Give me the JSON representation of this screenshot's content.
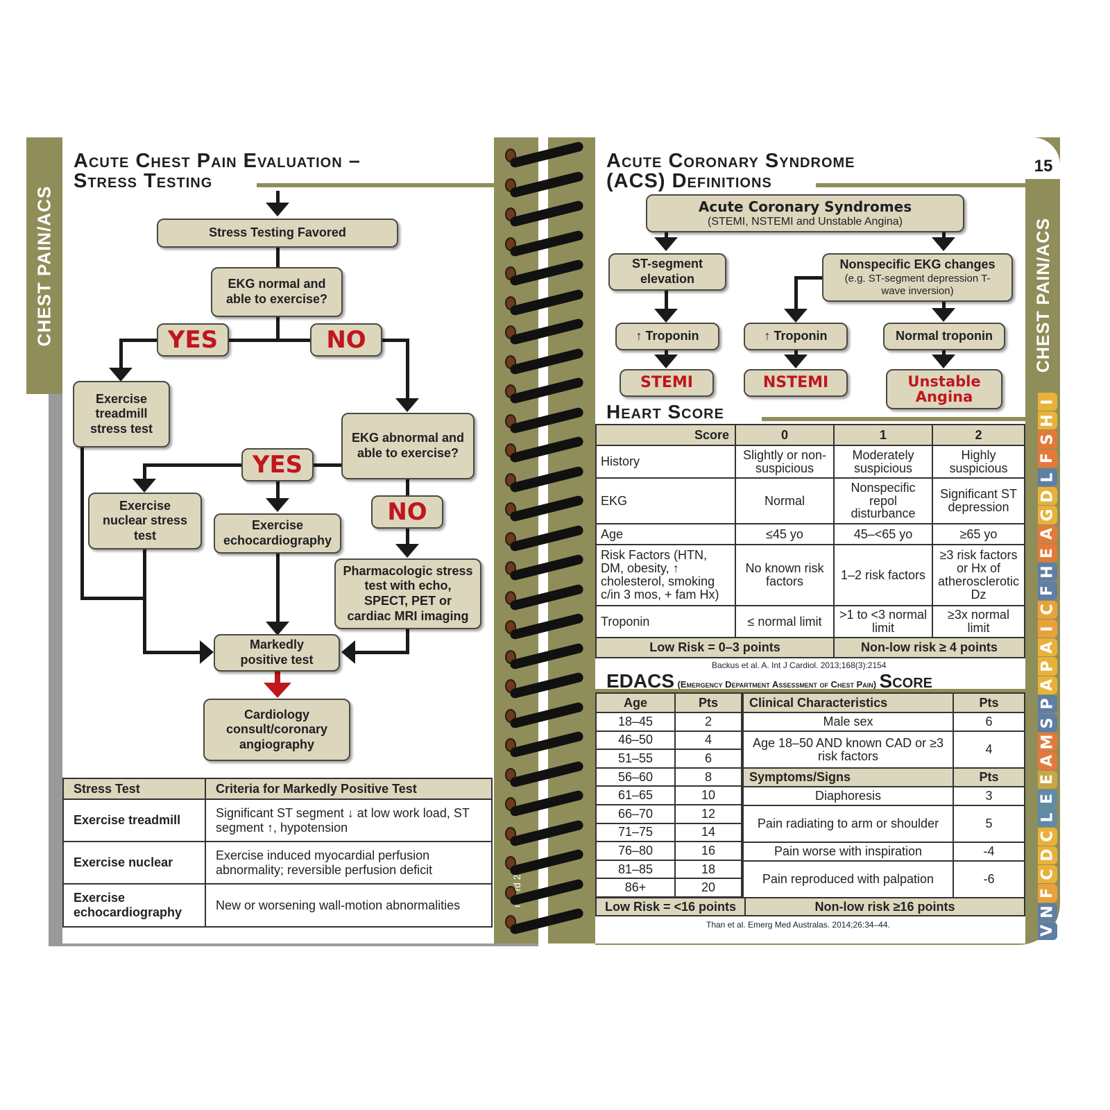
{
  "left": {
    "side_tab": "CHEST PAIN/ACS",
    "title_line1": "Acute Chest Pain Evaluation –",
    "title_line2": "Stress Testing",
    "flow": {
      "stress_testing_favored": "Stress Testing Favored",
      "ekg_normal": "EKG normal and able to exercise?",
      "yes1": "YES",
      "no1": "NO",
      "exercise_treadmill": "Exercise treadmill stress test",
      "ekg_abnormal": "EKG abnormal and able to exercise?",
      "yes2": "YES",
      "no2": "NO",
      "exercise_nuclear": "Exercise nuclear stress test",
      "exercise_echo": "Exercise echocardiography",
      "pharmacologic": "Pharmacologic stress test with echo, SPECT, PET or cardiac MRI imaging",
      "markedly_positive": "Markedly positive test",
      "cardiology": "Cardiology consult/coronary angiography"
    },
    "stress_table": {
      "headers": [
        "Stress Test",
        "Criteria for Markedly Positive Test"
      ],
      "rows": [
        {
          "test": "Exercise treadmill",
          "criteria": "Significant ST segment ↓ at low work load, ST segment ↑, hypotension"
        },
        {
          "test": "Exercise nuclear",
          "criteria": "Exercise induced myocardial perfusion abnormality; reversible perfusion deficit"
        },
        {
          "test": "Exercise echocardiography",
          "criteria": "New or worsening wall-motion abnormalities"
        }
      ]
    },
    "spine_text": "nry rd 2 6"
  },
  "right": {
    "page_number": "15",
    "side_tab": "CHEST PAIN/ACS",
    "title_line1": "Acute Coronary Syndrome",
    "title_line2": "(ACS) Definitions",
    "acs": {
      "top_title": "Acute Coronary Syndromes",
      "top_sub": "(STEMI, NSTEMI and Unstable Angina)",
      "st_elev": "ST-segment elevation",
      "nonspecific_title": "Nonspecific EKG changes",
      "nonspecific_sub": "(e.g. ST-segment depression T-wave inversion)",
      "trop1": "↑ Troponin",
      "trop2": "↑ Troponin",
      "trop3": "Normal troponin",
      "stemi": "STEMI",
      "nstemi": "NSTEMI",
      "unstable": "Unstable Angina"
    },
    "heart_title": "Heart Score",
    "heart": {
      "headers": [
        "Score",
        "0",
        "1",
        "2"
      ],
      "rows": [
        {
          "label": "History",
          "c0": "Slightly or non-suspicious",
          "c1": "Moderately suspicious",
          "c2": "Highly suspicious"
        },
        {
          "label": "EKG",
          "c0": "Normal",
          "c1": "Nonspecific repol disturbance",
          "c2": "Significant ST depression"
        },
        {
          "label": "Age",
          "c0": "≤45 yo",
          "c1": "45–<65 yo",
          "c2": "≥65 yo"
        },
        {
          "label": "Risk Factors (HTN, DM, obesity, ↑ cholesterol, smoking c/in 3 mos, + fam Hx)",
          "c0": "No known risk factors",
          "c1": "1–2 risk factors",
          "c2": "≥3 risk factors or Hx of atherosclerotic Dz"
        },
        {
          "label": "Troponin",
          "c0": "≤ normal limit",
          "c1": ">1 to <3 normal limit",
          "c2": "≥3x normal limit"
        }
      ],
      "low_risk": "Low Risk = 0–3 points",
      "nonlow_risk": "Non-low risk ≥ 4 points",
      "citation": "Backus et al. A. Int J Cardiol. 2013;168(3):2154"
    },
    "edacs_title_main": "EDACS",
    "edacs_title_sub": "(Emergency Department Assessment of Chest Pain)",
    "edacs_title_end": "Score",
    "edacs": {
      "age_headers": [
        "Age",
        "Pts"
      ],
      "ages": [
        {
          "age": "18–45",
          "pts": "2"
        },
        {
          "age": "46–50",
          "pts": "4"
        },
        {
          "age": "51–55",
          "pts": "6"
        },
        {
          "age": "56–60",
          "pts": "8"
        },
        {
          "age": "61–65",
          "pts": "10"
        },
        {
          "age": "66–70",
          "pts": "12"
        },
        {
          "age": "71–75",
          "pts": "14"
        },
        {
          "age": "76–80",
          "pts": "16"
        },
        {
          "age": "81–85",
          "pts": "18"
        },
        {
          "age": "86+",
          "pts": "20"
        }
      ],
      "clin_header": "Clinical Characteristics",
      "clin_pts_header": "Pts",
      "male_sex": "Male sex",
      "male_pts": "6",
      "age_cad": "Age 18–50 AND known CAD or ≥3 risk factors",
      "age_cad_pts": "4",
      "symptoms_header": "Symptoms/Signs",
      "symptoms_pts_header": "Pts",
      "diaphoresis": "Diaphoresis",
      "diaphoresis_pts": "3",
      "radiating": "Pain radiating to arm or shoulder",
      "radiating_pts": "5",
      "inspiration": "Pain worse with inspiration",
      "inspiration_pts": "-4",
      "palpation": "Pain reproduced with palpation",
      "palpation_pts": "-6",
      "low_risk": "Low Risk = <16 points",
      "nonlow_risk": "Non-low risk ≥16 points",
      "citation": "Than et al. Emerg Med Australas. 2014;26:34–44."
    },
    "index_tabs": [
      {
        "letter": "V",
        "color": "#5f7ea3"
      },
      {
        "letter": "N",
        "color": "#5f7ea3"
      },
      {
        "letter": "F",
        "color": "#e9a23b"
      },
      {
        "letter": "C",
        "color": "#e8b23a"
      },
      {
        "letter": "D",
        "color": "#e8b23a"
      },
      {
        "letter": "C",
        "color": "#e8b23a"
      },
      {
        "letter": "L",
        "color": "#5f8aa8"
      },
      {
        "letter": "E",
        "color": "#5f8aa8"
      },
      {
        "letter": "E",
        "color": "#c9a64a"
      },
      {
        "letter": "A",
        "color": "#e37a3a"
      },
      {
        "letter": "M",
        "color": "#e37a3a"
      },
      {
        "letter": "S",
        "color": "#5f7ea3"
      },
      {
        "letter": "P",
        "color": "#5f7ea3"
      },
      {
        "letter": "A",
        "color": "#e8b23a"
      },
      {
        "letter": "P",
        "color": "#e8b23a"
      },
      {
        "letter": "A",
        "color": "#e8b23a"
      },
      {
        "letter": "I",
        "color": "#e9a23b"
      },
      {
        "letter": "C",
        "color": "#e9a23b"
      },
      {
        "letter": "F",
        "color": "#5f7ea3"
      },
      {
        "letter": "H",
        "color": "#5f7ea3"
      },
      {
        "letter": "E",
        "color": "#e37a3a"
      },
      {
        "letter": "A",
        "color": "#e37a3a"
      },
      {
        "letter": "G",
        "color": "#e8b23a"
      },
      {
        "letter": "D",
        "color": "#e8b23a"
      },
      {
        "letter": "L",
        "color": "#5f7ea3"
      },
      {
        "letter": "F",
        "color": "#e37a3a"
      },
      {
        "letter": "S",
        "color": "#e37a3a"
      },
      {
        "letter": "H",
        "color": "#e8b23a"
      },
      {
        "letter": "I",
        "color": "#e8b23a"
      }
    ]
  }
}
